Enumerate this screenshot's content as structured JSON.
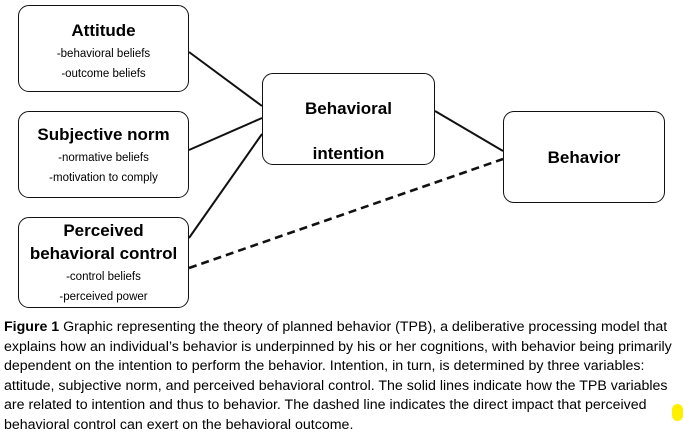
{
  "diagram": {
    "boxes": {
      "attitude": {
        "title": "Attitude",
        "items": [
          "-behavioral beliefs",
          "-outcome beliefs"
        ]
      },
      "subjective_norm": {
        "title": "Subjective norm",
        "items": [
          "-normative beliefs",
          "-motivation to comply"
        ]
      },
      "perceived_control": {
        "title_line1": "Perceived",
        "title_line2": "behavioral control",
        "items": [
          "-control beliefs",
          "-perceived power"
        ]
      },
      "intention": {
        "title_line1": "Behavioral",
        "title_line2": "intention"
      },
      "behavior": {
        "title": "Behavior"
      }
    },
    "line_color": "#111111"
  },
  "caption": {
    "label": "Figure 1",
    "text": " Graphic representing the theory of planned behavior (TPB), a deliberative processing model that explains how an individual’s behavior is underpinned by his or her cognitions, with behavior being primarily dependent on the intention to perform the behavior. Intention, in turn, is determined by three variables: attitude, subjective norm, and perceived behavioral control. The solid lines indicate how the TPB variables are related to intention and thus to behavior. The dashed line indicates the direct impact that perceived behavioral control can exert on the behavioral outcome."
  },
  "highlight_color": "#ffef00"
}
